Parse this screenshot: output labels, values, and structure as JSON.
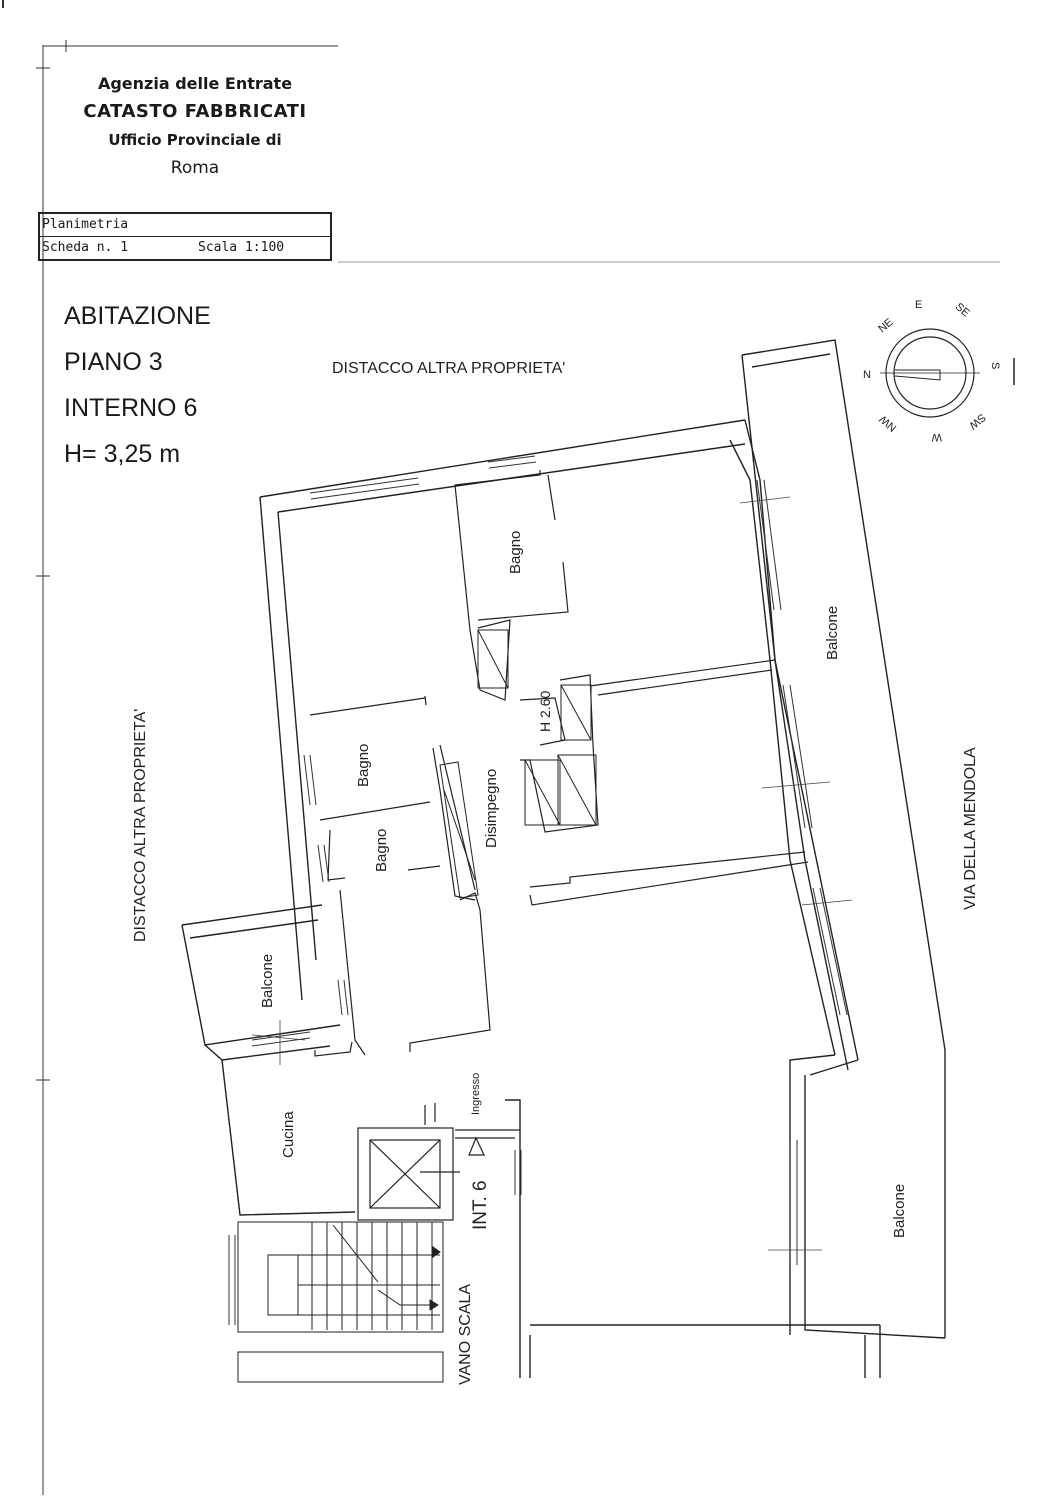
{
  "header": {
    "line1": "Agenzia delle Entrate",
    "line2": "CATASTO FABBRICATI",
    "line3": "Ufficio Provinciale di",
    "line4": "Roma"
  },
  "form_box": {
    "title": "Planimetria",
    "sheet": "Scheda n. 1",
    "scale": "Scala 1:100"
  },
  "unit_info": {
    "type": "ABITAZIONE",
    "floor": "PIANO 3",
    "unit": "INTERNO 6",
    "height": "H= 3,25 m"
  },
  "plan_labels": {
    "top_boundary": "DISTACCO ALTRA PROPRIETA'",
    "left_boundary": "DISTACCO ALTRA PROPRIETA'",
    "street": "VIA DELLA MENDOLA",
    "bathroom_1": "Bagno",
    "bathroom_2": "Bagno",
    "bathroom_3": "Bagno",
    "hallway": "Disimpegno",
    "ceiling_height": "H 2.60",
    "balcony_east": "Balcone",
    "balcony_west": "Balcone",
    "balcony_south": "Balcone",
    "kitchen": "Cucina",
    "entrance": "Ingresso",
    "unit_marker": "INT. 6",
    "stairwell": "VANO SCALA"
  },
  "compass": {
    "n": "N",
    "ne": "NE",
    "e": "E",
    "se": "SE",
    "s": "S",
    "sw": "SW",
    "w": "W",
    "nw": "NW"
  }
}
